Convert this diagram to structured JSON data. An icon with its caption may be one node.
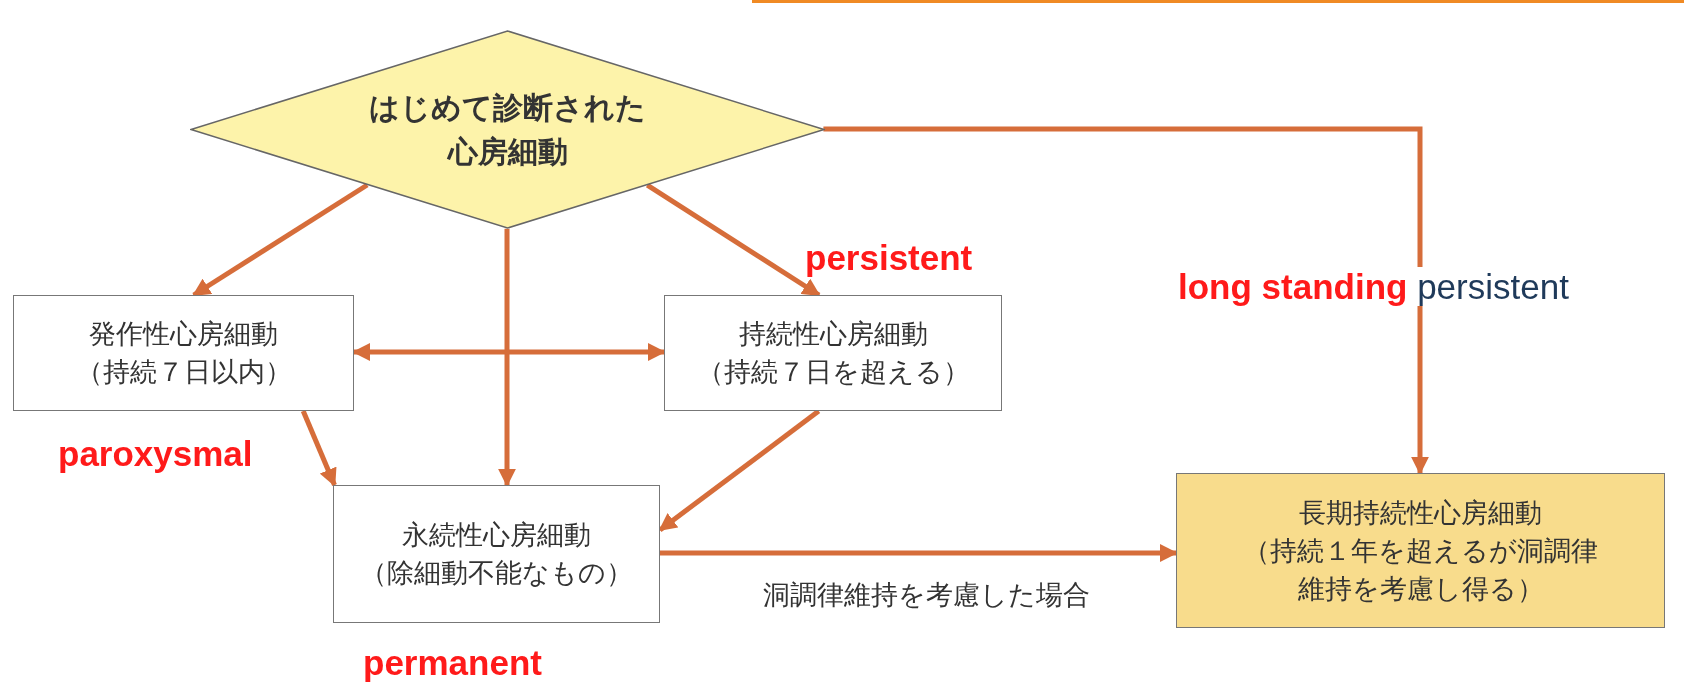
{
  "diagram": {
    "nodes": [
      {
        "text": [
          "はじめて診断された心房細動"
        ]
      },
      {
        "text": [
          "発作性心房細動",
          "（持続７日以内）"
        ],
        "beside": [
          "paroxysmal"
        ]
      },
      {
        "text": [
          "持続性心房細動",
          "（持続７日を超える）"
        ],
        "beside": [
          "persistent"
        ]
      },
      {
        "text": [
          "永続性心房細動",
          "（除細動不能なもの）"
        ],
        "beside": [
          "permanent"
        ]
      },
      {
        "text": [
          "長期持続性心房細動",
          "（持続１年を超えるが洞調律維持を考慮し得る）"
        ],
        "beside": [
          "long standing",
          "persistent"
        ]
      }
    ],
    "edges": [
      {
        "from": 0,
        "to": 1,
        "arrow": "to"
      },
      {
        "from": 0,
        "to": 2,
        "arrow": "to"
      },
      {
        "from": 0,
        "to": 3,
        "arrow": "to"
      },
      {
        "from": 1,
        "to": 2,
        "arrow": "both"
      },
      {
        "from": 1,
        "to": 3,
        "arrow": "to"
      },
      {
        "from": 2,
        "to": 3,
        "arrow": "to"
      },
      {
        "from": 3,
        "to": 4,
        "arrow": "to",
        "label": "洞調律維持を考慮した場合"
      },
      {
        "from": 0,
        "to": 4,
        "arrow": "to"
      }
    ]
  }
}
